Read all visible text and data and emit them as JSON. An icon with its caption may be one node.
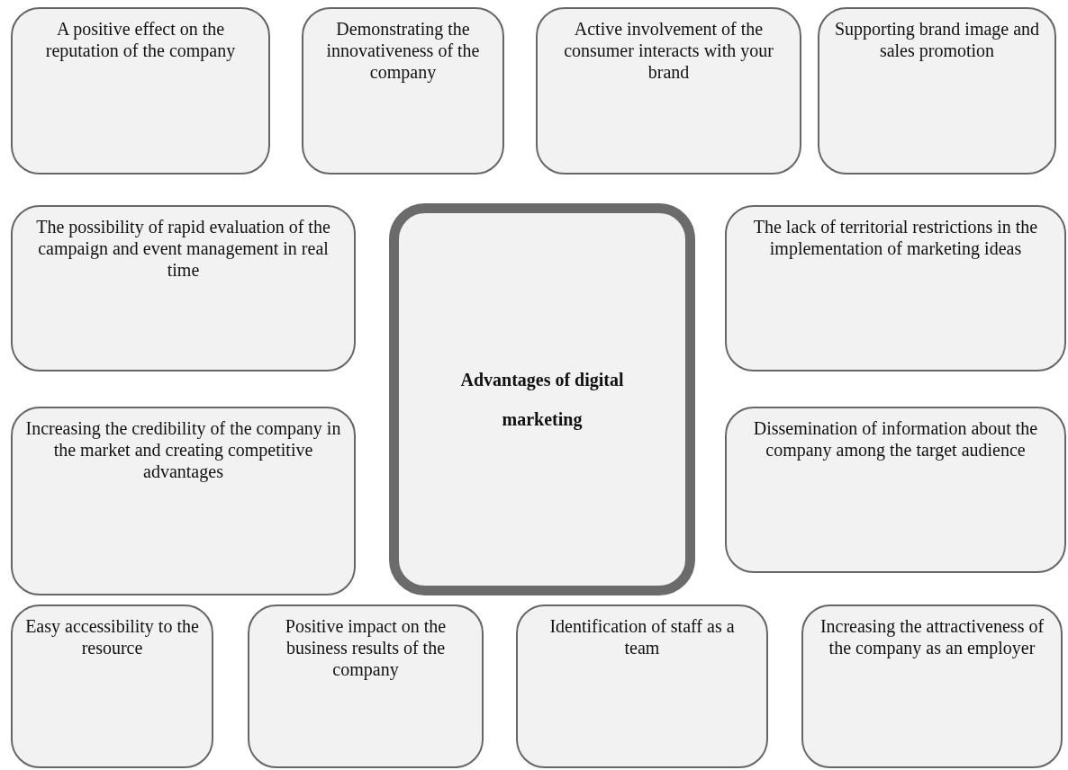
{
  "diagram": {
    "nodes": [
      {
        "text": [
          "A positive effect on the reputation of the company"
        ]
      },
      {
        "text": [
          "Demonstrating the innovativeness of the company"
        ]
      },
      {
        "text": [
          "Active involvement of the consumer interacts with your brand"
        ]
      },
      {
        "text": [
          "Supporting brand image and sales promotion"
        ]
      },
      {
        "text": [
          "The possibility of rapid evaluation of the campaign and event management in real time"
        ]
      },
      {
        "text": [
          "Advantages of digital marketing"
        ]
      },
      {
        "text": [
          "The lack of territorial restrictions in the implementation of marketing ideas"
        ]
      },
      {
        "text": [
          "Increasing the credibility of the company in the market and creating competitive advantages"
        ]
      },
      {
        "text": [
          "Dissemination of information about the company among the target audience"
        ]
      },
      {
        "text": [
          "Easy accessibility to the resource"
        ]
      },
      {
        "text": [
          "Positive impact on the business results of the company"
        ]
      },
      {
        "text": [
          "Identification of staff as a team"
        ]
      },
      {
        "text": [
          "Increasing the attractiveness of the company as an employer"
        ]
      }
    ],
    "edges": []
  }
}
